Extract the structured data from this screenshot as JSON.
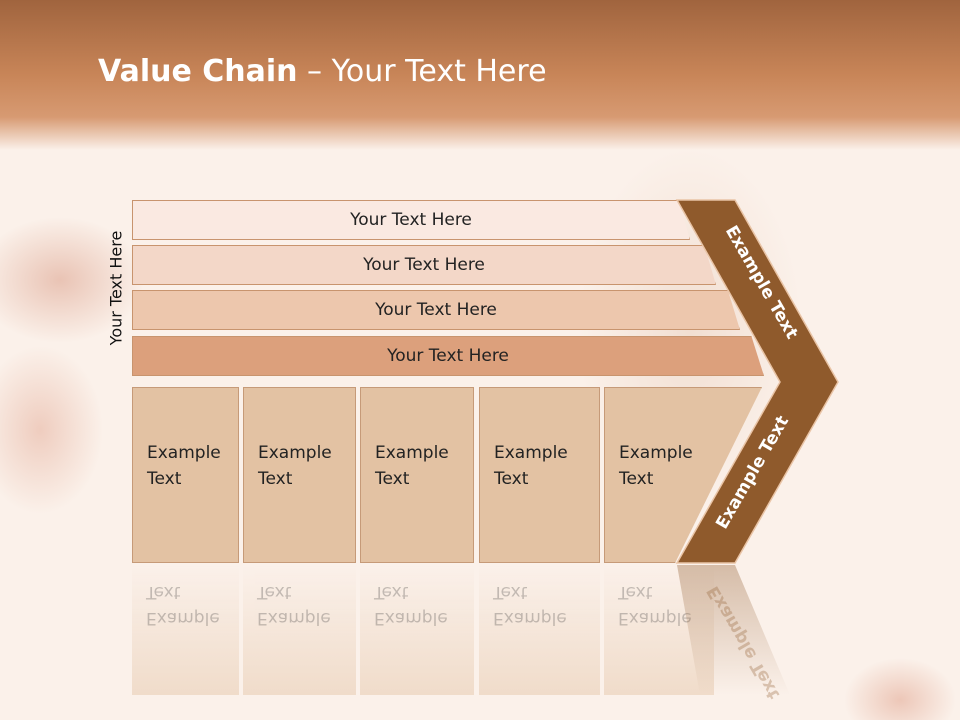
{
  "title": {
    "bold": "Value Chain",
    "rest": " – Your Text Here"
  },
  "side_label": "Your Text Here",
  "bars": [
    {
      "label": "Your Text Here",
      "color": "#fae9e1"
    },
    {
      "label": "Your Text Here",
      "color": "#f3d7c8"
    },
    {
      "label": "Your Text Here",
      "color": "#edc7ad"
    },
    {
      "label": "Your Text Here",
      "color": "#dca07c"
    }
  ],
  "cells": [
    {
      "line1": "Example",
      "line2": "Text"
    },
    {
      "line1": "Example",
      "line2": "Text"
    },
    {
      "line1": "Example",
      "line2": "Text"
    },
    {
      "line1": "Example",
      "line2": "Text"
    },
    {
      "line1": "Example",
      "line2": "Text"
    }
  ],
  "chevron": {
    "upper_label": "Example Text",
    "lower_label": "Example Text",
    "color": "#8f5a2c"
  }
}
